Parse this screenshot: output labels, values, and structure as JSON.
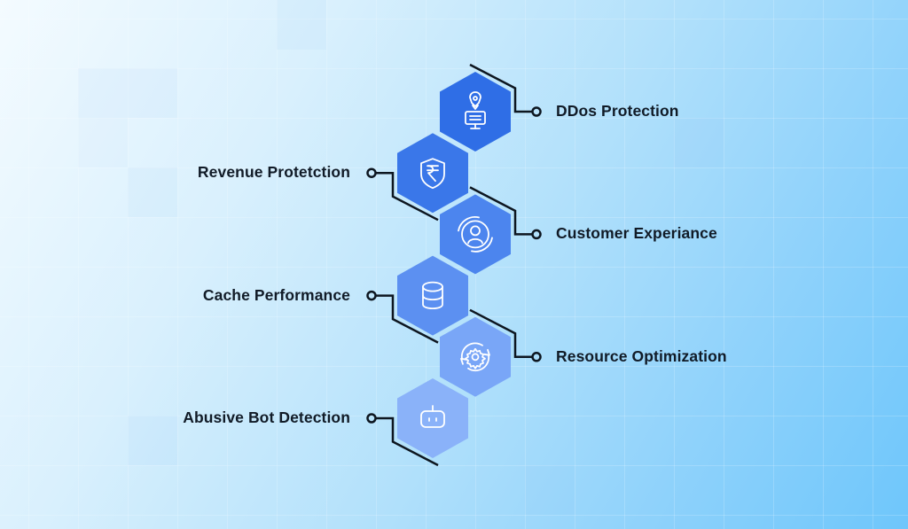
{
  "diagram": {
    "items": [
      {
        "label": "DDos Protection",
        "icon": "ddos-shield-monitor-icon",
        "side": "right",
        "color": "#2f6ee6"
      },
      {
        "label": "Revenue Protetction",
        "icon": "rupee-shield-icon",
        "side": "left",
        "color": "#3a77e9"
      },
      {
        "label": "Customer Experiance",
        "icon": "user-circle-icon",
        "side": "right",
        "color": "#4c85ee"
      },
      {
        "label": "Cache Performance",
        "icon": "database-icon",
        "side": "left",
        "color": "#5c90f1"
      },
      {
        "label": "Resource Optimization",
        "icon": "gear-refresh-icon",
        "side": "right",
        "color": "#79a6f7"
      },
      {
        "label": "Abusive Bot Detection",
        "icon": "bot-icon",
        "side": "left",
        "color": "#8ab2f9"
      }
    ],
    "line_color": "#0d1620"
  }
}
